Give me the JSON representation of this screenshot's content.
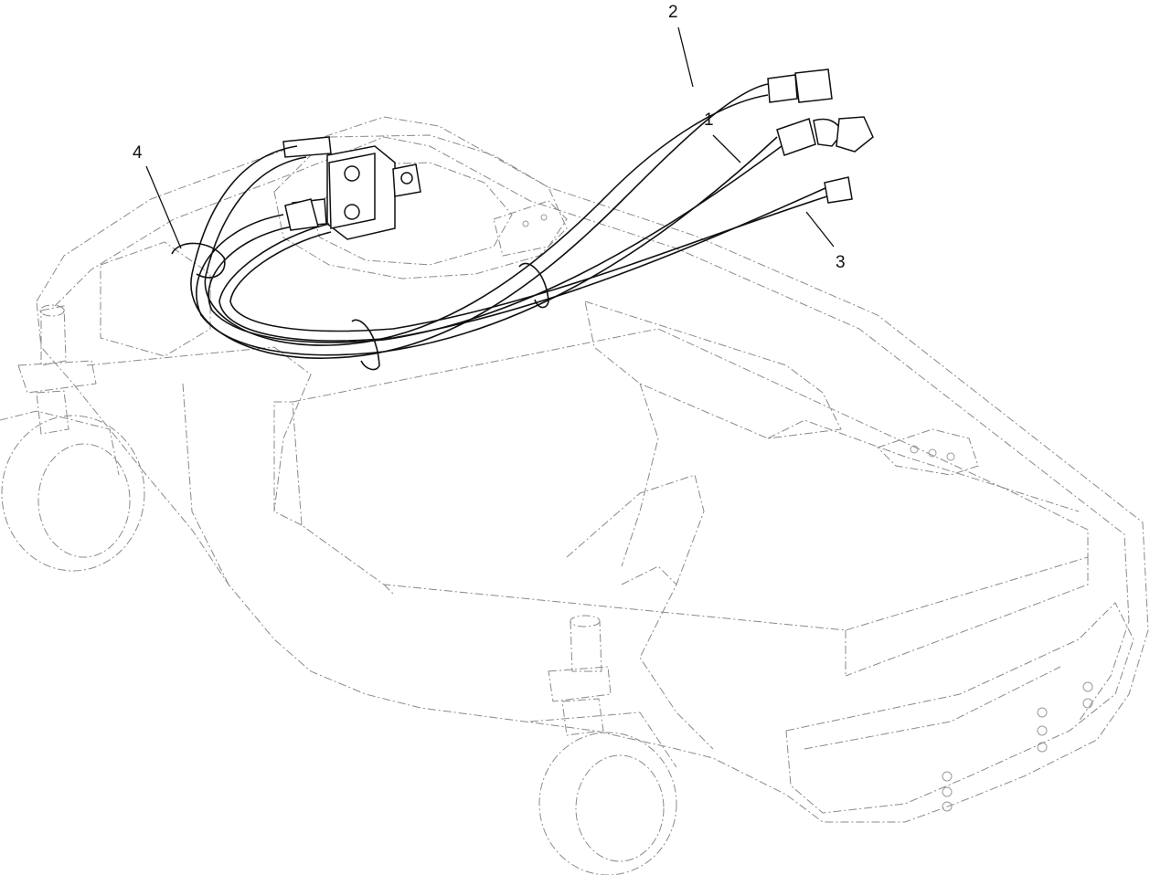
{
  "callouts": [
    {
      "id": "c1",
      "label": "1"
    },
    {
      "id": "c2",
      "label": "2"
    },
    {
      "id": "c3",
      "label": "3"
    },
    {
      "id": "c4",
      "label": "4"
    }
  ],
  "colors": {
    "line": "#111111",
    "ghost": "#8a8a8a",
    "background": "#ffffff"
  }
}
